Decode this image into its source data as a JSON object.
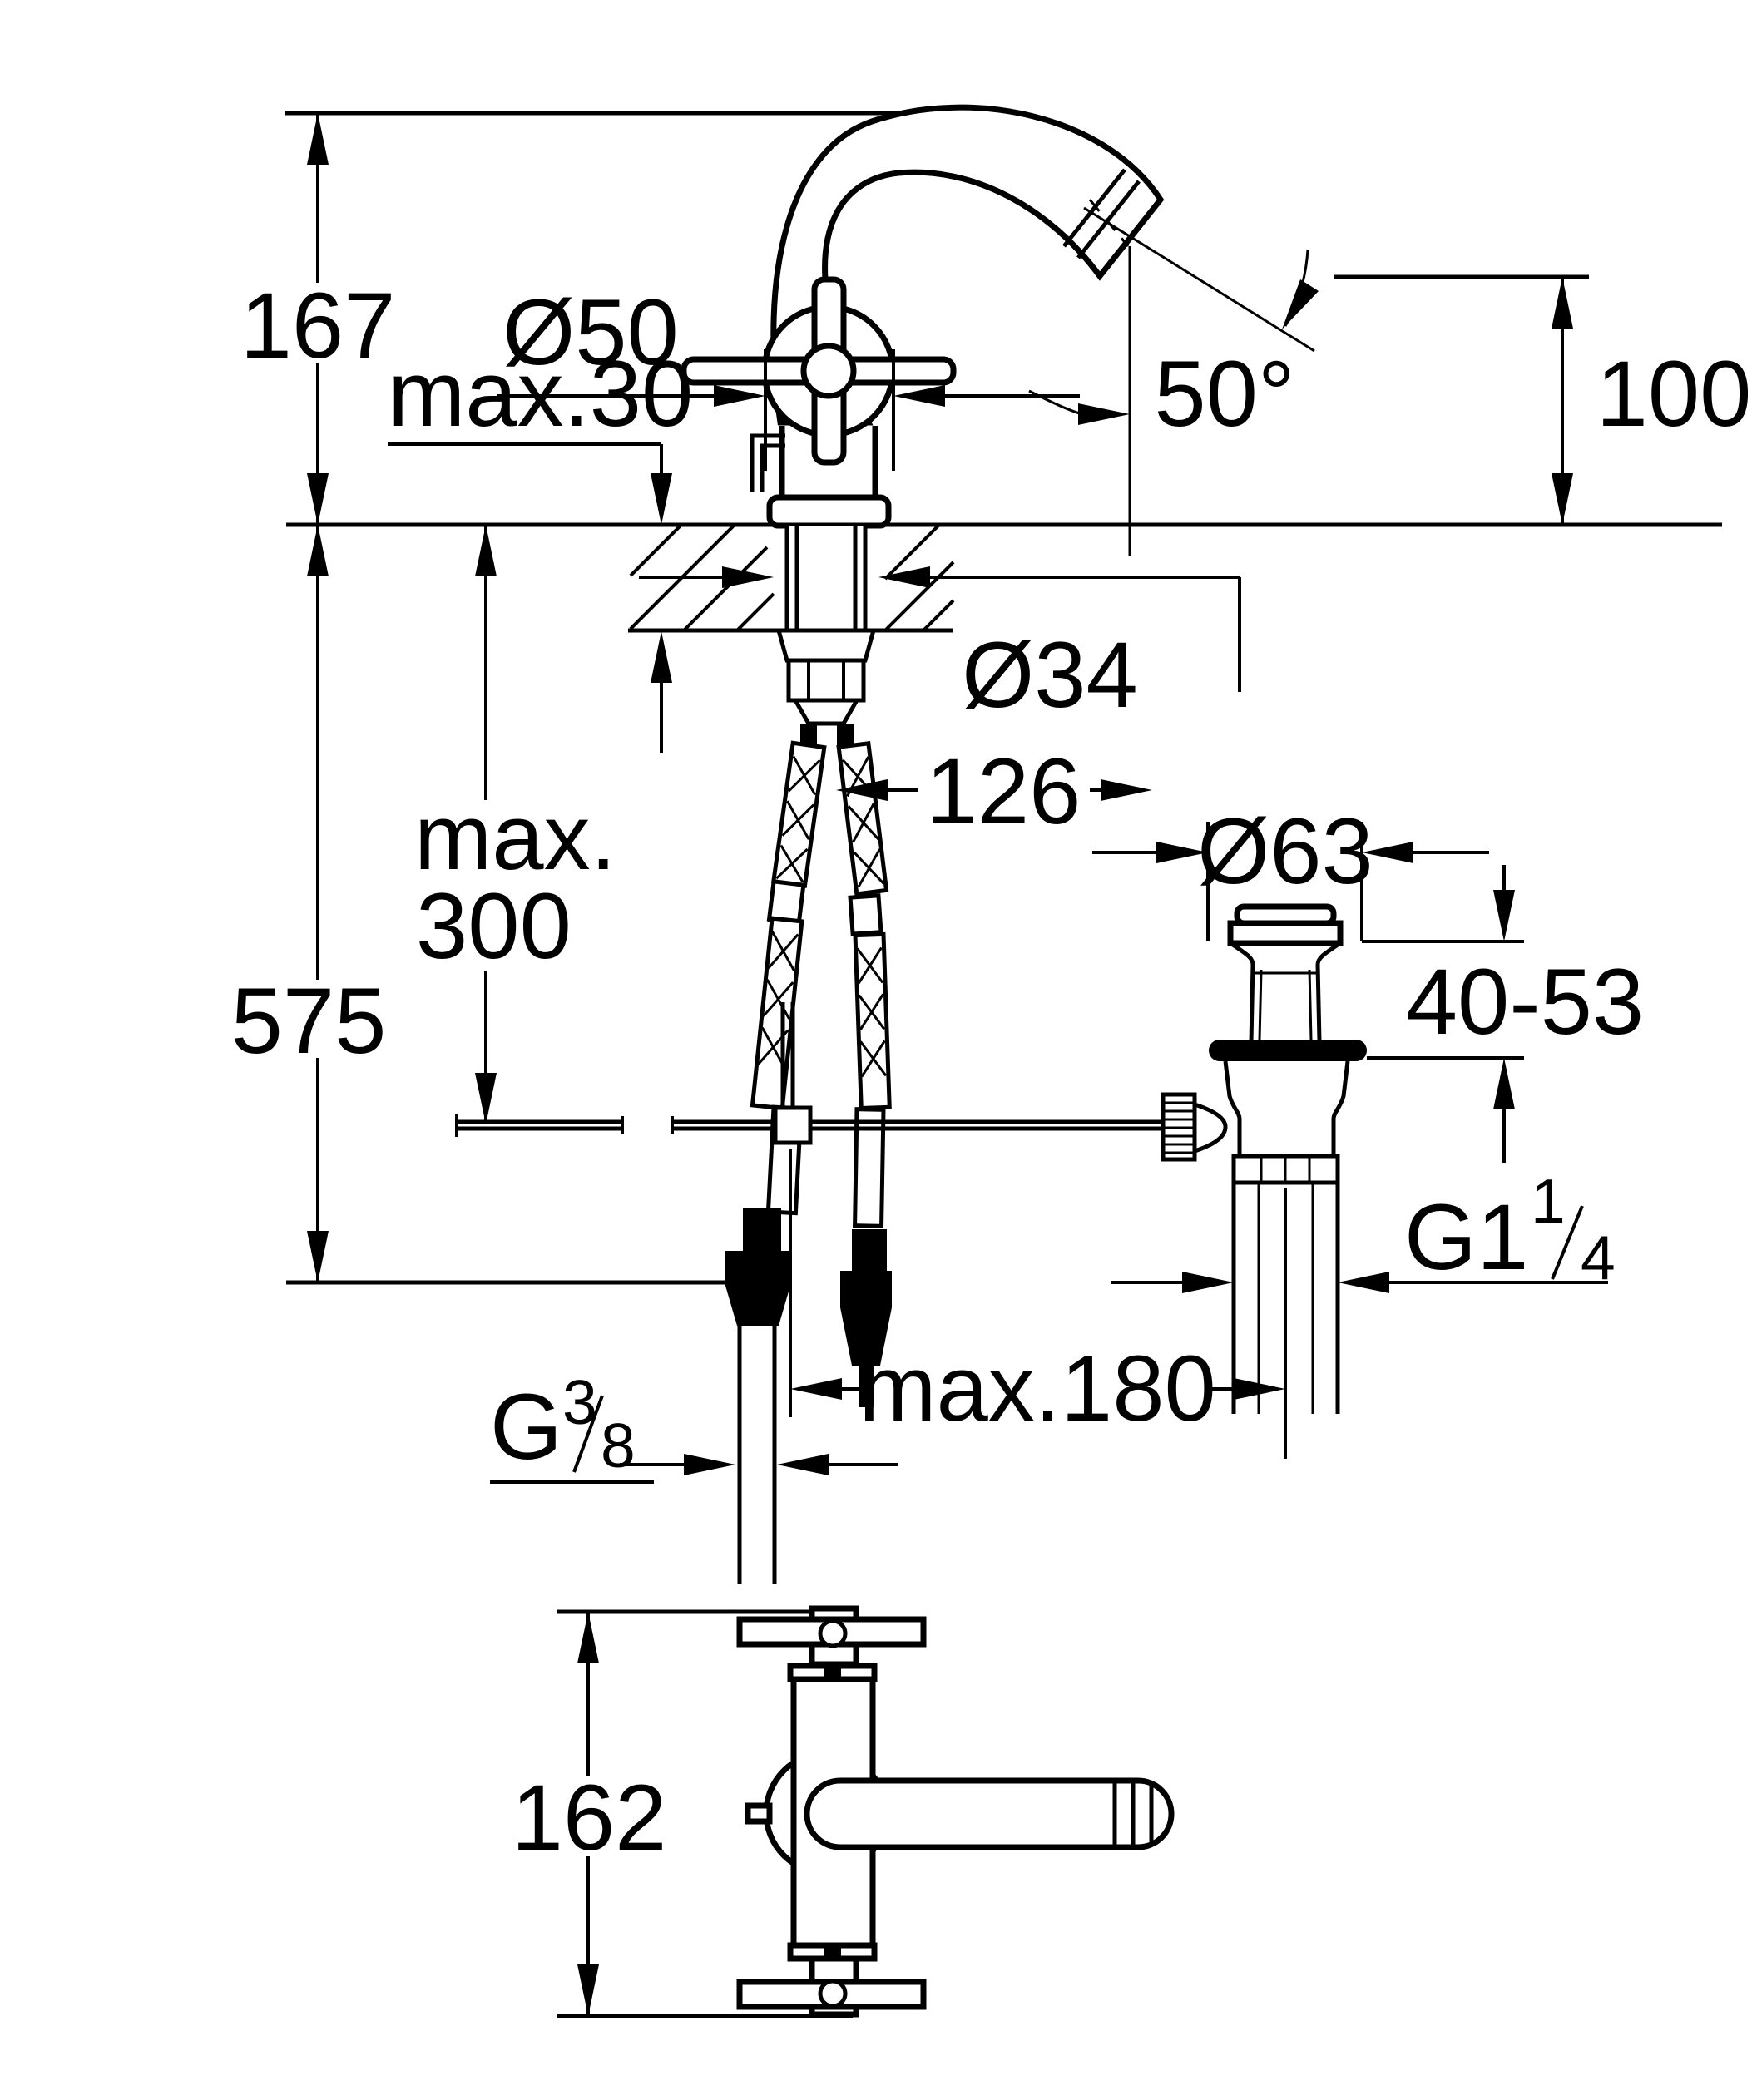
{
  "dimensions": {
    "spout_height": "167",
    "deck_max_thickness": "max.30",
    "handle_rosette_diameter": "Ø50",
    "spout_angle": "50°",
    "outlet_height": "100",
    "mounting_hole_diameter": "Ø34",
    "spout_projection": "126",
    "hose_clearance_line1": "max.",
    "hose_clearance_line2": "300",
    "overall_depth": "575",
    "waste_flange_diameter": "Ø63",
    "deck_clamping_range": "40-53",
    "waste_thread_prefix": "G1",
    "waste_thread_numerator": "1",
    "waste_thread_denominator": "4",
    "rod_reach": "max.180",
    "supply_thread_prefix": "G",
    "supply_thread_numerator": "3",
    "supply_thread_denominator": "8",
    "body_length_top_view": "162"
  },
  "colors": {
    "ink": "#000000",
    "paper": "#ffffff"
  }
}
